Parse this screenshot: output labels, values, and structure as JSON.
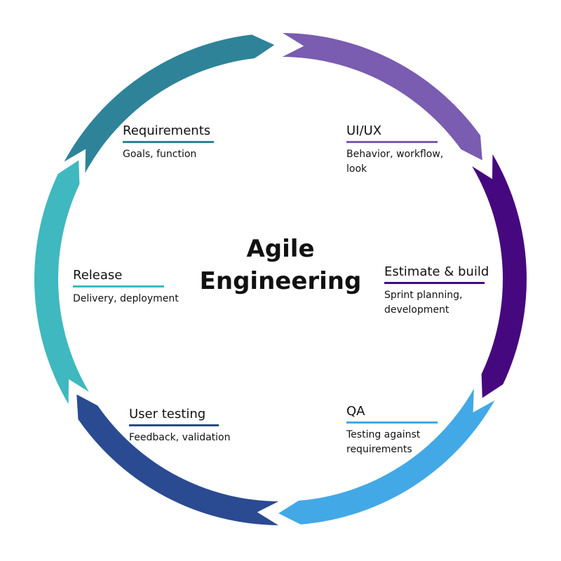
{
  "diagram": {
    "title_line1": "Agile",
    "title_line2": "Engineering",
    "stages": [
      {
        "id": "requirements",
        "title": "Requirements",
        "desc": "Goals, function",
        "color": "#2e8399"
      },
      {
        "id": "uiux",
        "title": "UI/UX",
        "desc": "Behavior, workflow, look",
        "color": "#7a5cb0"
      },
      {
        "id": "estimate",
        "title": "Estimate & build",
        "desc": "Sprint planning, development",
        "color": "#46087e"
      },
      {
        "id": "qa",
        "title": "QA",
        "desc": "Testing against requirements",
        "color": "#43a8e6"
      },
      {
        "id": "user-testing",
        "title": "User testing",
        "desc": "Feedback, validation",
        "color": "#2a4a92"
      },
      {
        "id": "release",
        "title": "Release",
        "desc": "Delivery, deployment",
        "color": "#3fb8c0"
      }
    ]
  }
}
